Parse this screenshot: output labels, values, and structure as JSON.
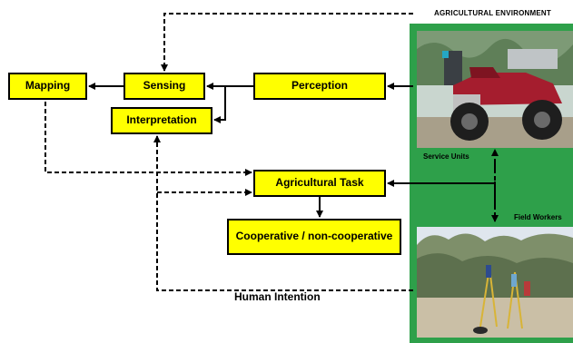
{
  "diagram": {
    "environment_label": "AGRICULTURAL ENVIRONMENT",
    "boxes": {
      "mapping": "Mapping",
      "sensing": "Sensing",
      "perception": "Perception",
      "interpretation": "Interpretation",
      "agricultural_task": "Agricultural Task",
      "cooperative": "Cooperative / non-cooperative"
    },
    "captions": {
      "service_units": "Service Units",
      "field_workers": "Field Workers"
    },
    "human_intention": "Human Intention"
  },
  "colors": {
    "box_fill": "#ffff00",
    "environment_panel": "#2ea04a"
  }
}
